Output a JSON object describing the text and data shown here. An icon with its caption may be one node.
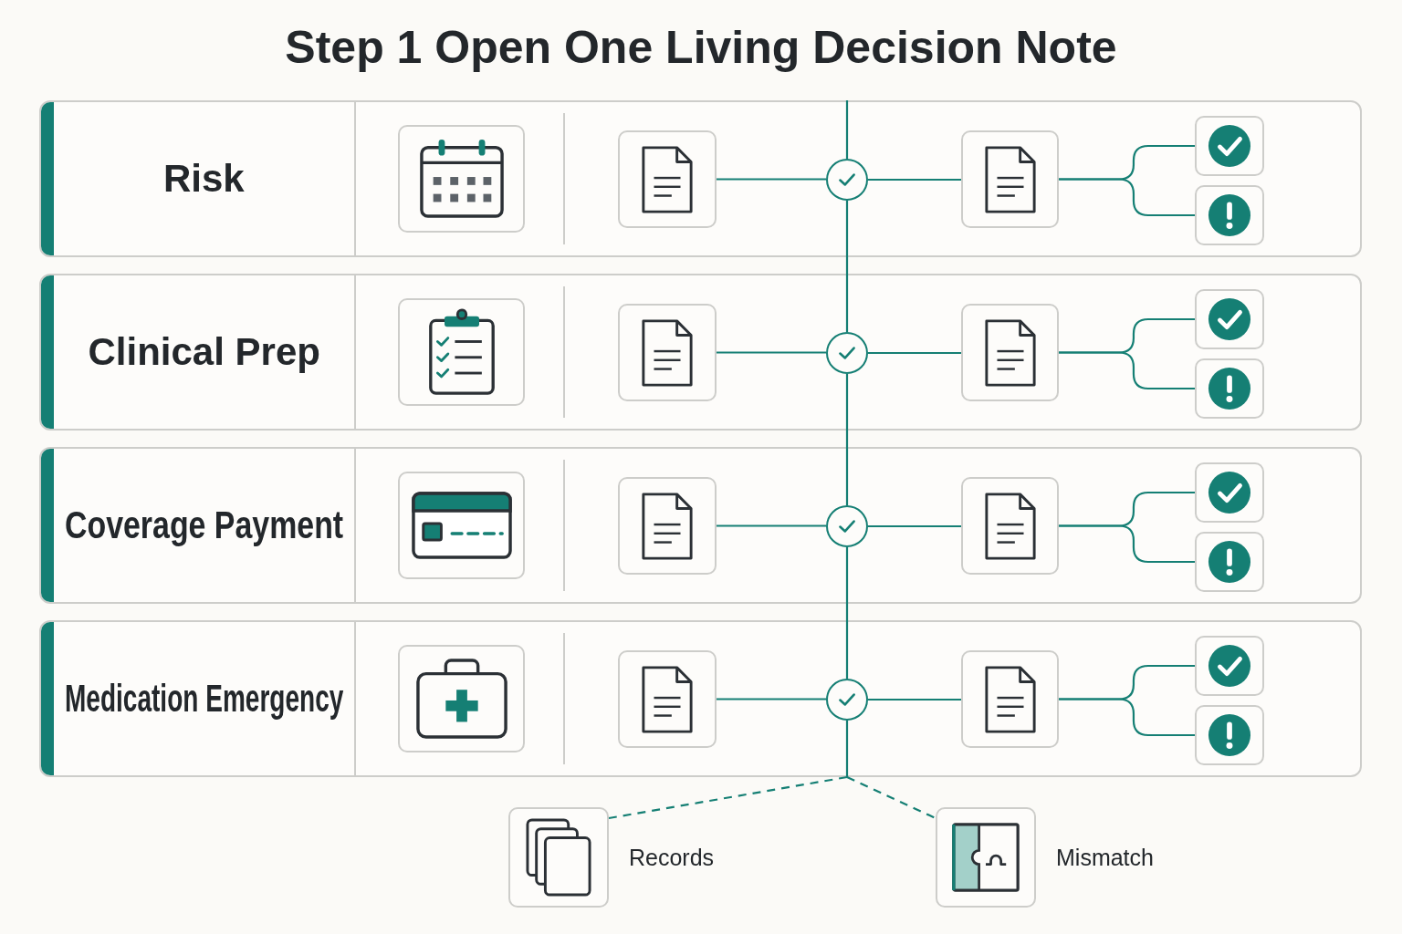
{
  "diagram": {
    "title": "Step 1 Open One Living Decision Note",
    "nodes": [
      {
        "text": [
          "Risk"
        ]
      },
      {
        "text": [],
        "shape": "picture",
        "in": 0
      },
      {
        "text": [],
        "shape": "picture",
        "in": 0
      },
      {
        "text": [],
        "shape": "circle",
        "in": 0
      },
      {
        "text": [],
        "shape": "picture",
        "in": 0
      },
      {
        "text": [],
        "shape": "picture",
        "in": 0
      },
      {
        "text": [],
        "shape": "picture",
        "in": 0
      },
      {
        "text": [
          "Clinical Prep"
        ]
      },
      {
        "text": [],
        "shape": "picture",
        "in": 7
      },
      {
        "text": [],
        "shape": "picture",
        "in": 7
      },
      {
        "text": [],
        "shape": "circle",
        "in": 7
      },
      {
        "text": [],
        "shape": "picture",
        "in": 7
      },
      {
        "text": [],
        "shape": "picture",
        "in": 7
      },
      {
        "text": [],
        "shape": "picture",
        "in": 7
      },
      {
        "text": [
          "Coverage Payment"
        ]
      },
      {
        "text": [],
        "shape": "picture",
        "in": 14
      },
      {
        "text": [],
        "shape": "picture",
        "in": 14
      },
      {
        "text": [],
        "shape": "circle",
        "in": 14
      },
      {
        "text": [],
        "shape": "picture",
        "in": 14
      },
      {
        "text": [],
        "shape": "picture",
        "in": 14
      },
      {
        "text": [],
        "shape": "picture",
        "in": 14
      },
      {
        "text": [
          "Medication Emergency"
        ]
      },
      {
        "text": [],
        "shape": "picture",
        "in": 21
      },
      {
        "text": [],
        "shape": "picture",
        "in": 21
      },
      {
        "text": [],
        "shape": "circle",
        "in": 21
      },
      {
        "text": [],
        "shape": "picture",
        "in": 21
      },
      {
        "text": [],
        "shape": "picture",
        "in": 21
      },
      {
        "text": [],
        "shape": "picture",
        "in": 21
      },
      {
        "text": [],
        "shape": "picture",
        "beside": [
          "Records"
        ]
      },
      {
        "text": [],
        "shape": "picture",
        "beside": [
          "Mismatch"
        ]
      }
    ],
    "edges": [
      {
        "from": 2,
        "to": 3,
        "arrow": "none"
      },
      {
        "from": 3,
        "to": 4,
        "arrow": "none"
      },
      {
        "from": 4,
        "to": 5,
        "arrow": "none"
      },
      {
        "from": 4,
        "to": 6,
        "arrow": "none"
      },
      {
        "from": 9,
        "to": 10,
        "arrow": "none"
      },
      {
        "from": 10,
        "to": 11,
        "arrow": "none"
      },
      {
        "from": 11,
        "to": 12,
        "arrow": "none"
      },
      {
        "from": 11,
        "to": 13,
        "arrow": "none"
      },
      {
        "from": 16,
        "to": 17,
        "arrow": "none"
      },
      {
        "from": 17,
        "to": 18,
        "arrow": "none"
      },
      {
        "from": 18,
        "to": 19,
        "arrow": "none"
      },
      {
        "from": 18,
        "to": 20,
        "arrow": "none"
      },
      {
        "from": 23,
        "to": 24,
        "arrow": "none"
      },
      {
        "from": 24,
        "to": 25,
        "arrow": "none"
      },
      {
        "from": 25,
        "to": 26,
        "arrow": "none"
      },
      {
        "from": 25,
        "to": 27,
        "arrow": "none"
      },
      {
        "from": null,
        "to": 3,
        "arrow": "none"
      },
      {
        "from": 3,
        "to": 10,
        "arrow": "none"
      },
      {
        "from": 10,
        "to": 17,
        "arrow": "none"
      },
      {
        "from": 17,
        "to": 24,
        "arrow": "none"
      },
      {
        "from": 24,
        "to": 28,
        "arrow": "none",
        "style": "dashed"
      },
      {
        "from": 24,
        "to": 29,
        "arrow": "none",
        "style": "dashed"
      }
    ]
  }
}
